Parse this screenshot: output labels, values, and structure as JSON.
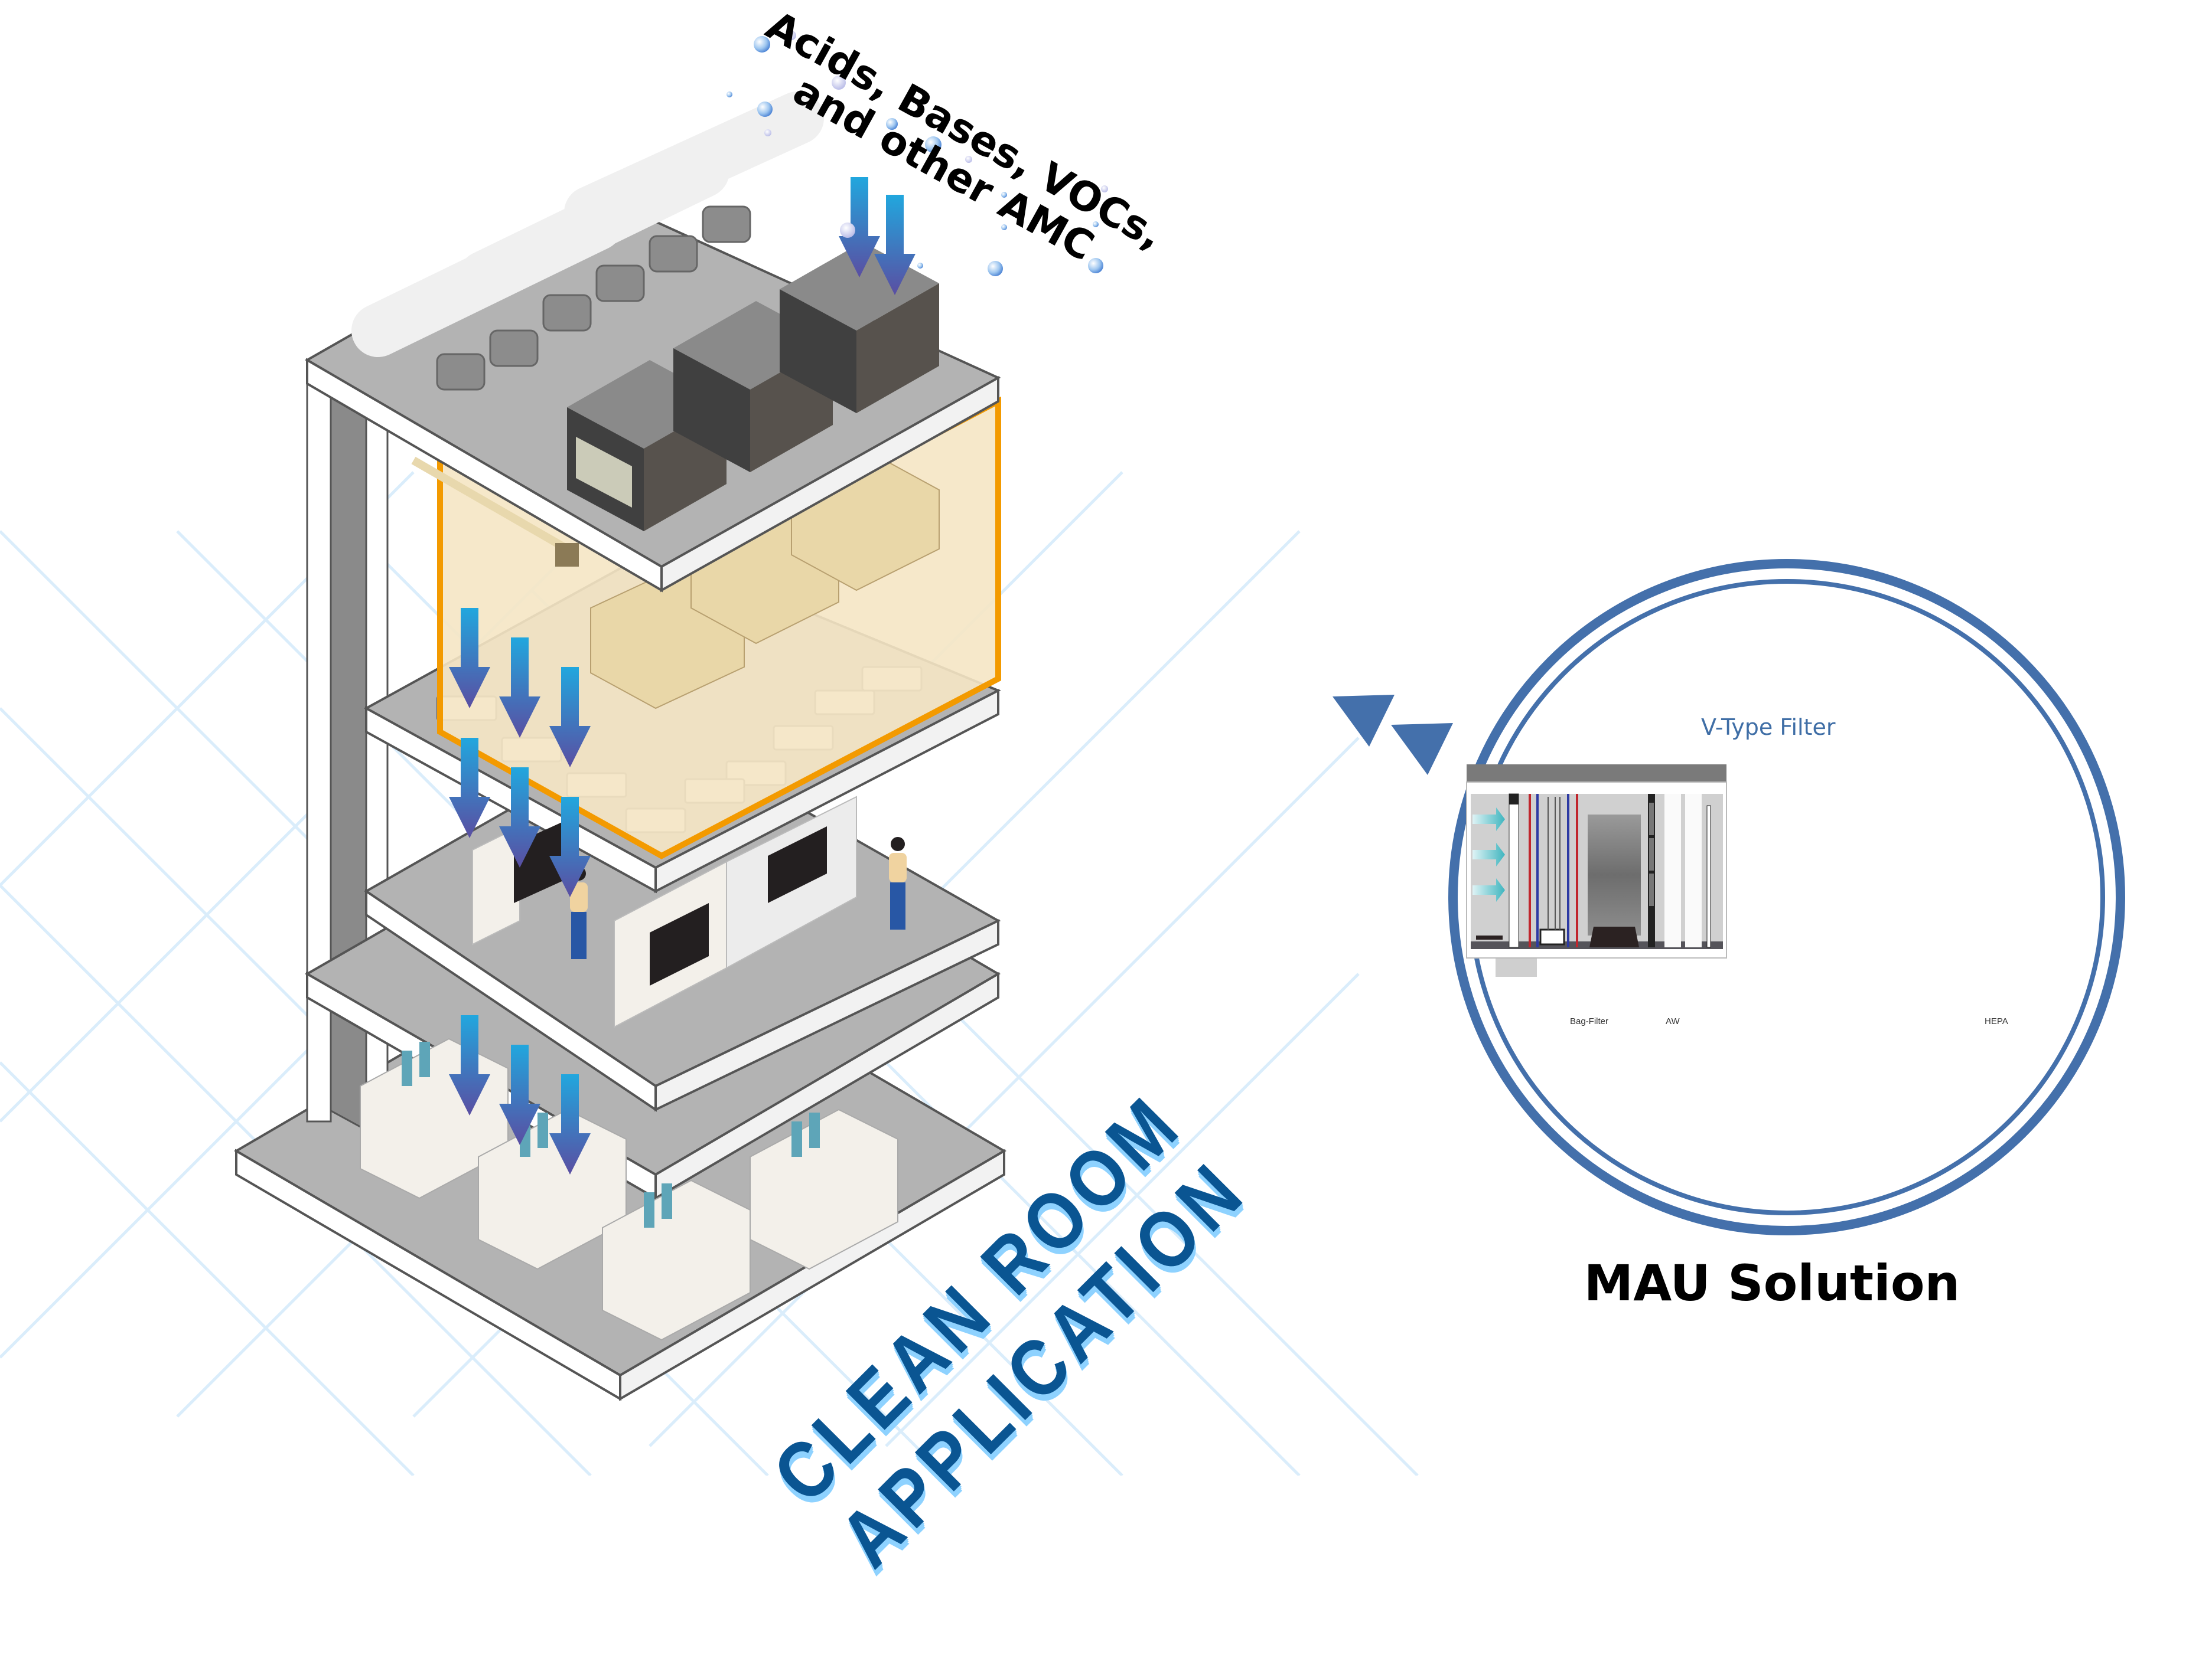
{
  "headline": {
    "contaminants": "Acids, Bases, VOCs, and other AMC",
    "application": "CLEAN ROOM APPLICATION",
    "solution": "MAU Solution"
  },
  "filter_diagram": {
    "title": "V-Type Filter",
    "stage_labels": [
      "Bag-Filter",
      "AW",
      "HEPA"
    ]
  },
  "colors": {
    "accent_blue": "#4470ab",
    "airflow_arrow_top": "#21a7de",
    "airflow_arrow_bottom": "#5a4ea2",
    "cleanroom_zone_outline": "#f39a00",
    "cleanroom_zone_fill": "#f5e6c4",
    "floor_gray": "#b3b3b3",
    "grid_line": "#d6ecfb",
    "intake_arrow": "#4fc0c9",
    "application_text": "#0a5592",
    "application_shadow": "#8ed2ff"
  },
  "building": {
    "levels": [
      "Rooftop MAU units",
      "Cleanroom zone (FFU ceiling)",
      "Fan filter units",
      "Control room",
      "Sub-fab / process equipment"
    ],
    "operators": 2
  }
}
